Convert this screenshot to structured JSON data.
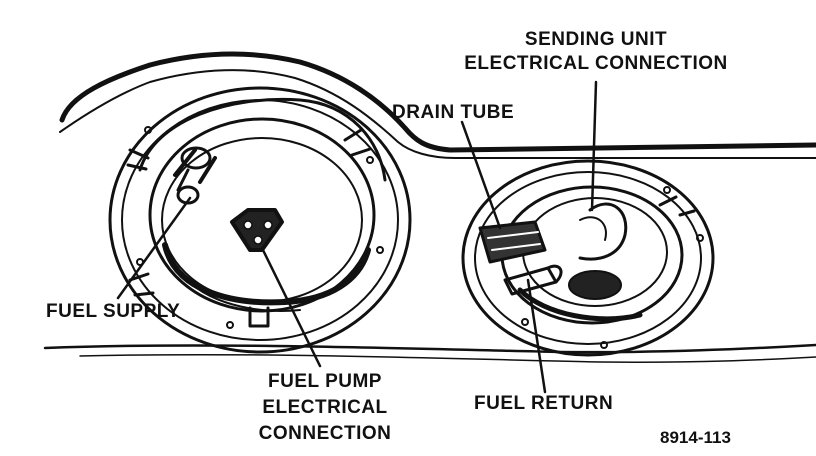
{
  "labels": {
    "sending_unit_line1": "SENDING UNIT",
    "sending_unit_line2": "ELECTRICAL CONNECTION",
    "drain_tube": "DRAIN TUBE",
    "fuel_supply": "FUEL SUPPLY",
    "fuel_pump_line1": "FUEL PUMP",
    "fuel_pump_line2": "ELECTRICAL",
    "fuel_pump_line3": "CONNECTION",
    "fuel_return": "FUEL RETURN"
  },
  "figure_number": "8914-113",
  "colors": {
    "ink": "#111111",
    "paper": "#ffffff"
  }
}
